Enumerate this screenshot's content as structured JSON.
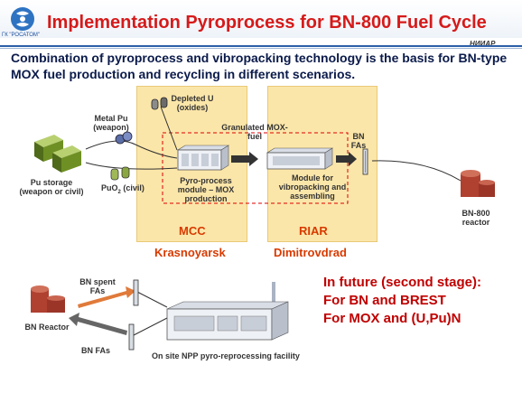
{
  "header": {
    "title": "Implementation Pyroprocess  for BN-800 Fuel Cycle",
    "org": "ГК \"РОСАТОМ\"",
    "org2": "НИИАР"
  },
  "subtitle": "Combination of pyroprocess and vibropacking technology is the basis for BN-type MOX fuel production and recycling in different scenarios.",
  "diagram": {
    "pu_storage": "Pu storage (weapon or civil)",
    "metal_pu": "Metal Pu (weapon)",
    "puo2": "PuO",
    "puo2_sub": "2",
    "puo2_suffix": " (civil)",
    "depleted_u": "Depleted U (oxides)",
    "granulated": "Granulated MOX-fuel",
    "pyro_module": "Pyro-process module – MOX production",
    "vibro_module": "Module for vibropacking and assembling",
    "bn_fas": "BN FAs",
    "reactor": "BN-800 reactor",
    "mcc": "MCC",
    "riar": "RIAR",
    "krasnoyarsk": "Krasnoyarsk",
    "dimitrovgrad": "Dimitrovdrad",
    "bn_spent": "BN spent FAs",
    "bn_reactor": "BN Reactor",
    "bn_fas2": "BN FAs",
    "onsite": "On site NPP pyro-reprocessing   facility"
  },
  "future": {
    "line1": "In future (second stage):",
    "line2": "For BN and BREST",
    "line3": "For MOX and (U,Pu)N"
  },
  "colors": {
    "title": "#d61a1a",
    "panel": "#fbe6a9",
    "city": "#d83a00",
    "accent": "#2d5fa8"
  }
}
